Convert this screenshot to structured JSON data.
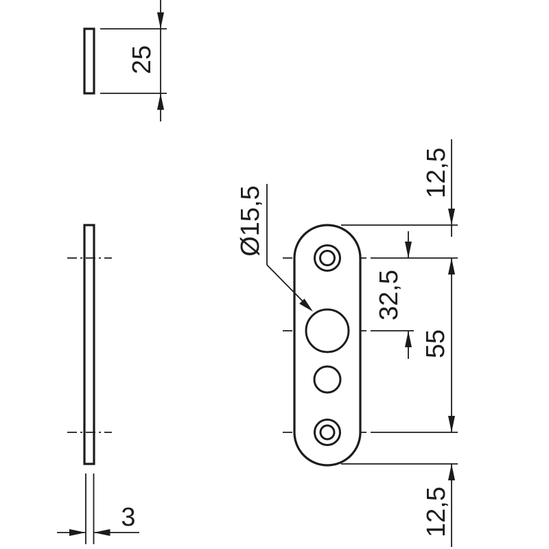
{
  "drawing": {
    "kind": "technical part drawing",
    "colors": {
      "line": "#1c1c1c",
      "background": "#ffffff"
    },
    "dimensions": {
      "plate_width": "25",
      "plate_thickness": "3",
      "center_hole_diameter": "Ø15,5",
      "top_edge_to_first_hole": "12,5",
      "first_hole_to_center_hole": "32,5",
      "hole_center_spacing": "55",
      "bottom_edge_to_last_hole": "12,5"
    }
  }
}
